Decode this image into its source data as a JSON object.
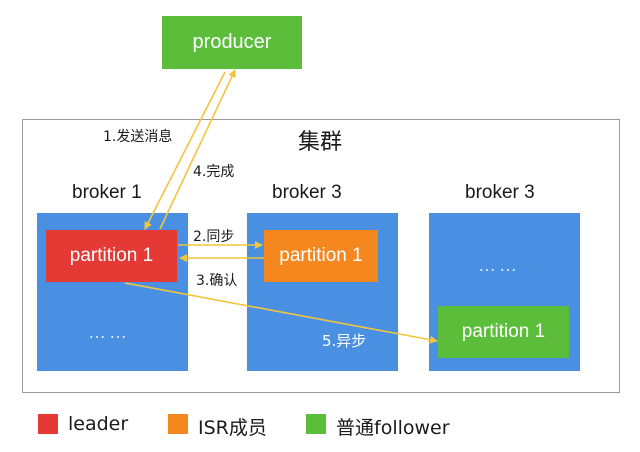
{
  "producer": {
    "label": "producer"
  },
  "cluster": {
    "title": "集群"
  },
  "brokers": [
    {
      "title": "broker 1",
      "partition": "partition 1",
      "placeholder": "……"
    },
    {
      "title": "broker 3",
      "partition": "partition 1"
    },
    {
      "title": "broker 3",
      "partition": "partition 1",
      "placeholder": "……"
    }
  ],
  "flows": {
    "step1": "1.发送消息",
    "step2": "2.同步",
    "step3": "3.确认",
    "step4": "4.完成",
    "step5": "5.异步"
  },
  "legend": [
    {
      "label": "leader",
      "color": "#e53935"
    },
    {
      "label": "ISR成员",
      "color": "#f5871f"
    },
    {
      "label": "普通follower",
      "color": "#5bbd39"
    }
  ],
  "colors": {
    "broker": "#4a90e2",
    "arrow": "#f2c53d"
  }
}
